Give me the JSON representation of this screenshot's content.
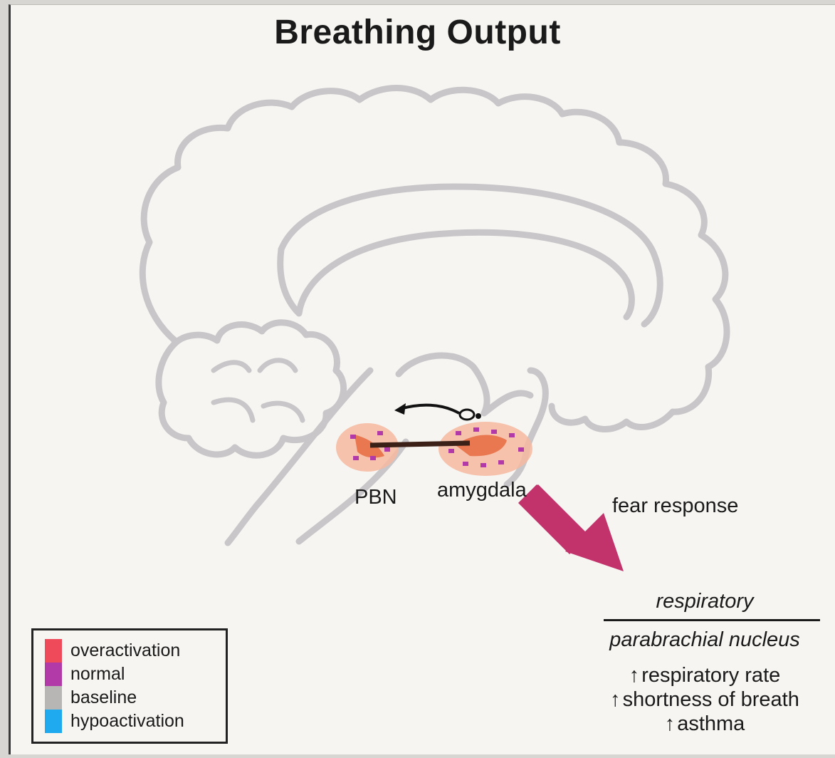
{
  "figure": {
    "title": "Breathing Output",
    "labels": {
      "pbn": "PBN",
      "amygdala": "amygdala",
      "fear_response": "fear response"
    },
    "respiratory_box": {
      "heading": "respiratory",
      "subheading": "parabrachial nucleus",
      "arrow_glyph": "↑",
      "effects": [
        "respiratory rate",
        "shortness of breath",
        "asthma"
      ]
    },
    "legend": [
      {
        "label": "overactivation",
        "color": "#ef4a5a"
      },
      {
        "label": "normal",
        "color": "#b23aa8"
      },
      {
        "label": "baseline",
        "color": "#b8b6b4"
      },
      {
        "label": "hypoactivation",
        "color": "#1fa9ef"
      }
    ],
    "colors": {
      "brain_outline": "#c9c6c9",
      "region_fill": "#f6b8a0",
      "region_core": "#e9774f",
      "fear_arrow": "#c2336c",
      "neuron_dots": "#b23aa8"
    }
  }
}
